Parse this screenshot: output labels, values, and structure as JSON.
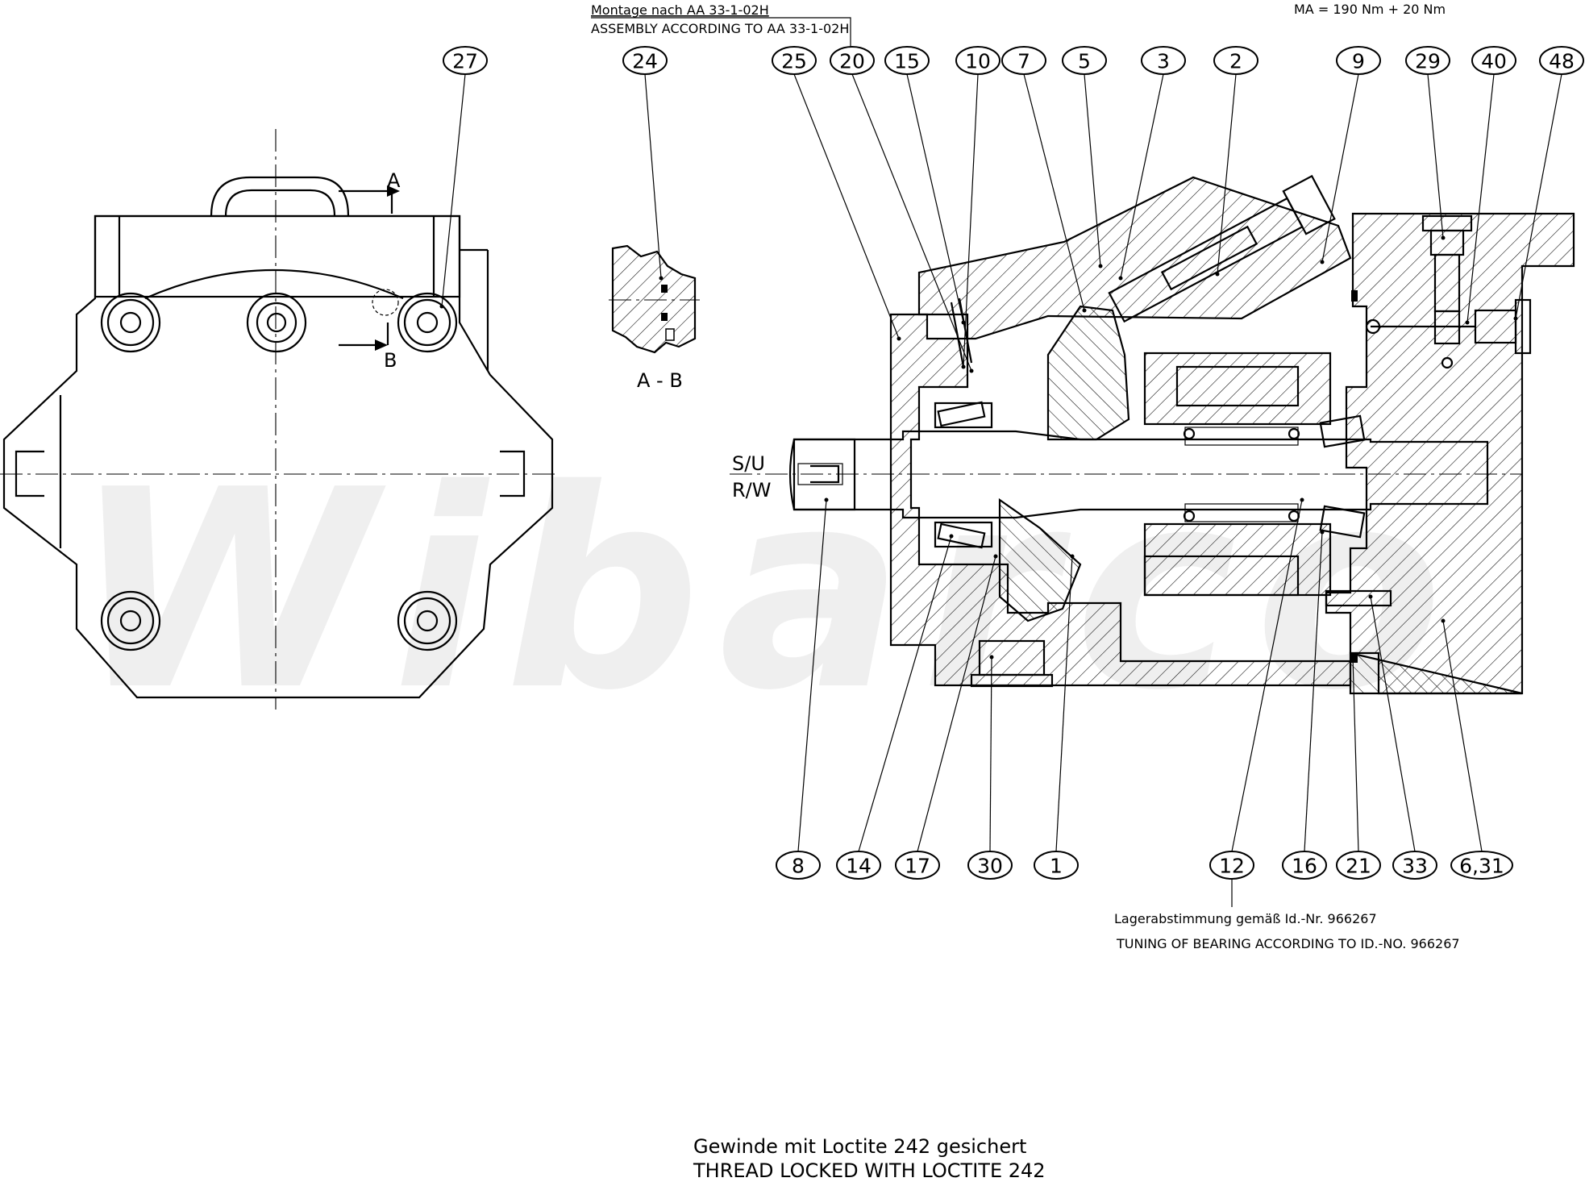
{
  "notes": {
    "montage_de": "Montage nach AA 33-1-02H",
    "montage_en": "ASSEMBLY ACCORDING TO AA 33-1-02H",
    "torque": "MA = 190 Nm + 20 Nm",
    "bearing_de": "Lagerabstimmung gemäß Id.-Nr. 966267",
    "bearing_en": "TUNING OF BEARING ACCORDING TO ID.-NO. 966267",
    "thread_de": "Gewinde mit Loctite 242 gesichert",
    "thread_en": "THREAD LOCKED WITH LOCTITE 242"
  },
  "views": {
    "section_a": "A",
    "section_b": "B",
    "section_label": "A - B",
    "rotation_su": "S/U",
    "rotation_rw": "R/W"
  },
  "watermark": "Wibarco",
  "callouts": {
    "top": [
      "27",
      "24",
      "25",
      "20",
      "15",
      "10",
      "7",
      "5",
      "3",
      "2",
      "9",
      "29",
      "40",
      "48"
    ],
    "bottom": [
      "8",
      "14",
      "17",
      "30",
      "1",
      "12",
      "16",
      "21",
      "33",
      "6,31"
    ]
  }
}
